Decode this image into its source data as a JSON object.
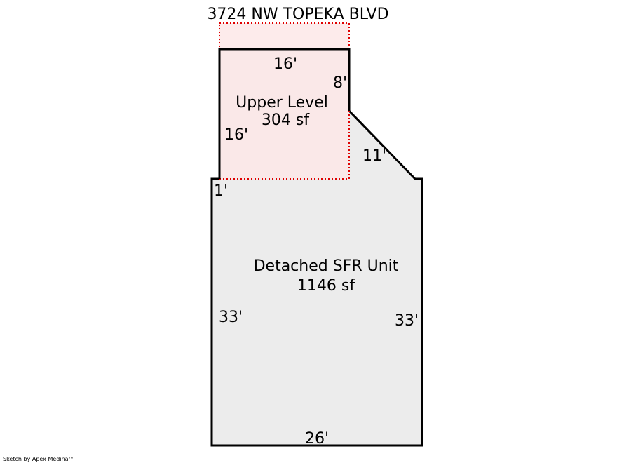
{
  "title": "3724 NW TOPEKA BLVD",
  "colors": {
    "main_fill": "#ececec",
    "main_stroke": "#000000",
    "upper_fill": "#fde8e8",
    "upper_dotted": "#e00000"
  },
  "areas": {
    "main": {
      "name": "Detached SFR Unit",
      "area": "1146 sf"
    },
    "upper": {
      "name": "Upper Level",
      "area": "304 sf"
    }
  },
  "dimensions": {
    "upper_top": "16'",
    "upper_right": "8'",
    "upper_left": "16'",
    "diagonal": "11'",
    "left_step": "1'",
    "main_left": "33'",
    "main_right": "33'",
    "main_bottom": "26'"
  },
  "credit": "Sketch by Apex Medina™"
}
